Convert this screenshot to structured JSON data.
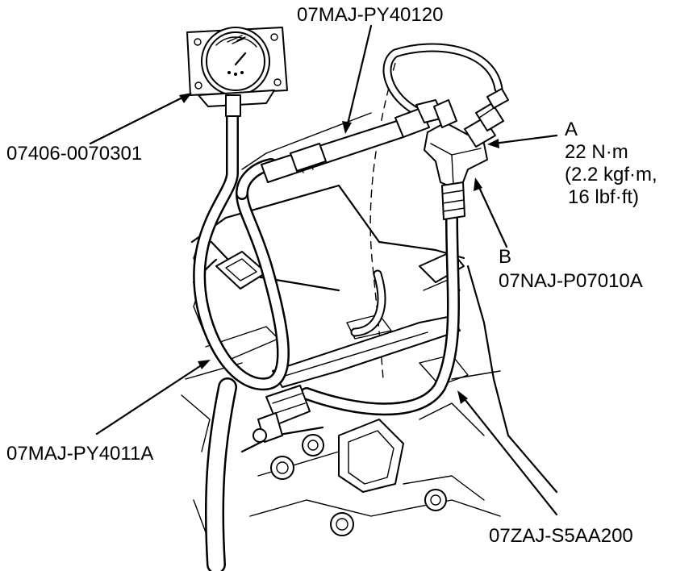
{
  "labels": {
    "gauge_part": "07406-0070301",
    "hose_part_top": "07MAJ-PY40120",
    "callout_a_letter": "A",
    "callout_a_torque_1": "22 N·m",
    "callout_a_torque_2": "(2.2 kgf·m,",
    "callout_a_torque_3": "16 lbf·ft)",
    "callout_b_letter": "B",
    "callout_b_part": "07NAJ-P07010A",
    "hose_part_left": "07MAJ-PY4011A",
    "hose_part_bottom": "07ZAJ-S5AA200"
  },
  "colors": {
    "line": "#000000",
    "background": "#ffffff"
  }
}
